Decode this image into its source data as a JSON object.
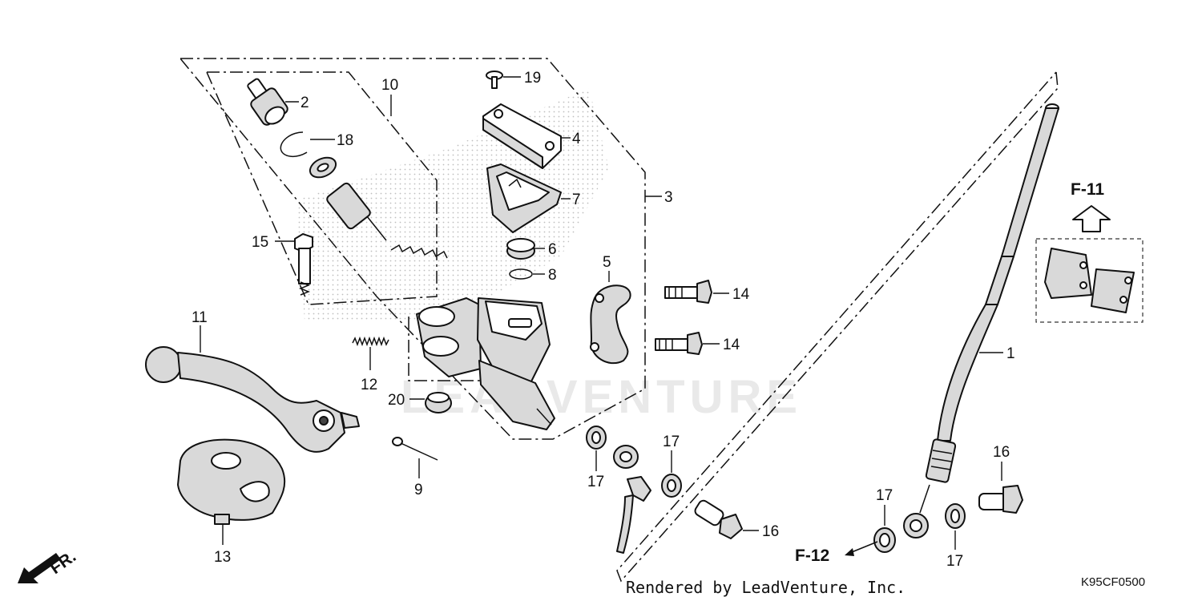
{
  "watermark": "LEADVENTURE",
  "credit": "Rendered by LeadVenture, Inc.",
  "diagram_code": "K95CF0500",
  "direction_label": "FR.",
  "references": {
    "f11": "F-11",
    "f12": "F-12"
  },
  "callouts": {
    "c1": "1",
    "c2": "2",
    "c3": "3",
    "c4": "4",
    "c5": "5",
    "c6": "6",
    "c7": "7",
    "c8": "8",
    "c9": "9",
    "c10": "10",
    "c11": "11",
    "c12": "12",
    "c13": "13",
    "c14a": "14",
    "c14b": "14",
    "c15": "15",
    "c16a": "16",
    "c16b": "16",
    "c17a": "17",
    "c17b": "17",
    "c17c": "17",
    "c17d": "17",
    "c18": "18",
    "c19": "19",
    "c20": "20"
  }
}
